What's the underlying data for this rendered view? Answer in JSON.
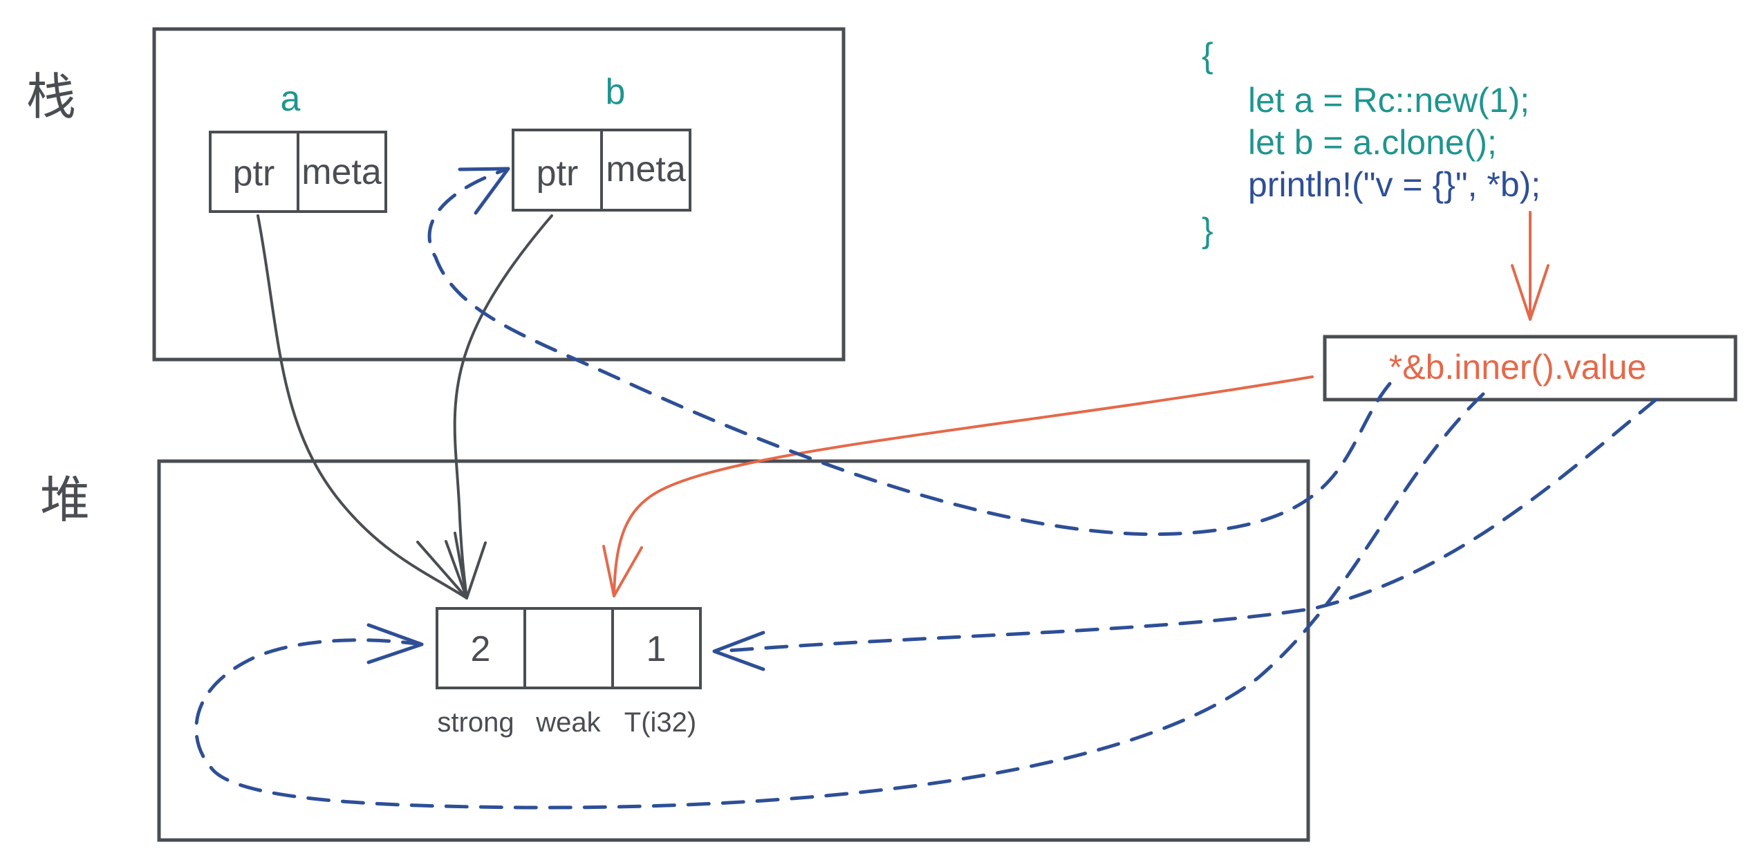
{
  "labels": {
    "stack": "栈",
    "heap": "堆"
  },
  "stack": {
    "var_a": "a",
    "var_b": "b",
    "ptr_label": "ptr",
    "meta_label": "meta"
  },
  "heap": {
    "strong_value": "2",
    "weak_value": "",
    "t_value": "1",
    "strong_caption": "strong",
    "weak_caption": "weak",
    "t_caption": "T(i32)"
  },
  "code": {
    "open_brace": "{",
    "line1": "let a = Rc::new(1);",
    "line2": "let b = a.clone();",
    "line3": "println!(\"v = {}\", *b);",
    "close_brace": "}"
  },
  "deref_box": {
    "expression": "*&b.inner().value"
  },
  "colors": {
    "outline": "#4a4d52",
    "code_teal": "#1f958f",
    "dashed_navy": "#2e4f96",
    "highlight_orange": "#e4694a"
  }
}
